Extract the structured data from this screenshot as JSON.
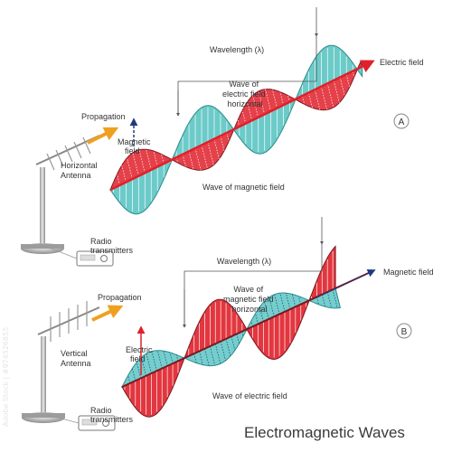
{
  "diagram_title": "Electromagnetic Waves",
  "watermark": {
    "side_text": "Adobe Stock | #974526855"
  },
  "panel_a": {
    "marker": "A",
    "wavelength_label": "Wavelength (λ)",
    "electric_field_label": "Electric field",
    "electric_wave_label": [
      "Wave of",
      "electric field",
      "horizontal"
    ],
    "magnetic_field_label": [
      "Magnetic",
      "field"
    ],
    "magnetic_wave_label": "Wave of magnetic field",
    "propagation_label": "Propagation",
    "antenna_label": [
      "Horizontal",
      "Antenna"
    ],
    "transmitter_label": [
      "Radio",
      "transmitters"
    ]
  },
  "panel_b": {
    "marker": "B",
    "wavelength_label": "Wavelength (λ)",
    "magnetic_field_label": "Magnetic field",
    "magnetic_wave_label": [
      "Wave of",
      "magnetic field",
      "horizontal"
    ],
    "electric_field_label": [
      "Electric",
      "field"
    ],
    "electric_wave_label": "Wave of electric field",
    "propagation_label": "Propagation",
    "antenna_label": [
      "Vertical",
      "Antenna"
    ],
    "transmitter_label": [
      "Radio",
      "transmitters"
    ]
  },
  "colors": {
    "electric": "#e0202a",
    "electric_dark": "#7a1a22",
    "magnetic": "#5cc5c3",
    "magnetic_dark": "#2a8d8b",
    "arrow": "#e0202a",
    "propagation": "#f0a020",
    "leader": "#555555"
  }
}
